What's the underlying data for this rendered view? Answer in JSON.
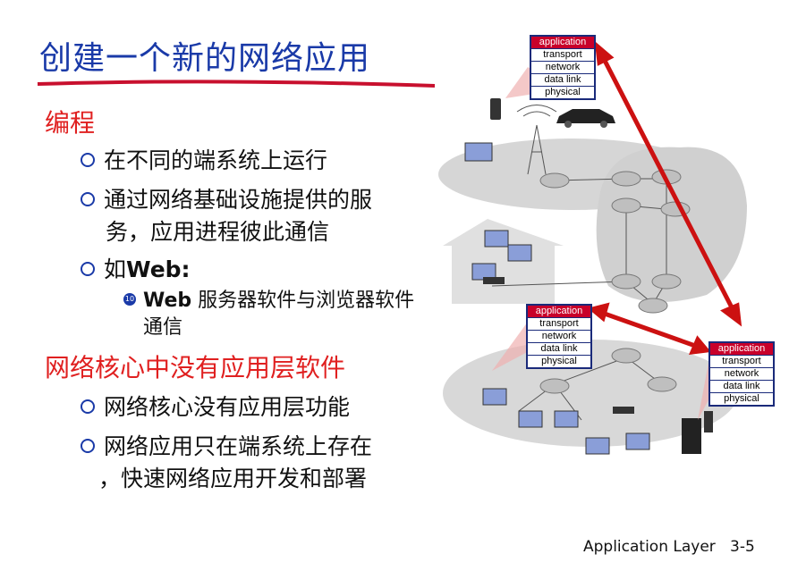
{
  "title": "创建一个新的网络应用",
  "sections": [
    {
      "heading": "编程",
      "bullets": [
        {
          "lines": [
            "在不同的端系统上运行"
          ]
        },
        {
          "lines": [
            "通过网络基础设施提供的服",
            "务，应用进程彼此通信"
          ]
        },
        {
          "prefix": "如",
          "bold": "Web:"
        }
      ],
      "sub": {
        "bold": "Web",
        "lines": [
          " 服务器软件与浏览器软件",
          "通信"
        ]
      }
    },
    {
      "heading": "网络核心中没有应用层软件",
      "bullets": [
        {
          "lines": [
            "网络核心没有应用层功能"
          ]
        },
        {
          "lines": [
            "网络应用只在端系统上存在",
            "，快速网络应用开发和部署"
          ]
        }
      ]
    }
  ],
  "layers": [
    "application",
    "transport",
    "network",
    "data link",
    "physical"
  ],
  "footer": {
    "label": "Application Layer",
    "page": "3-5"
  },
  "colors": {
    "title": "#1a3aa8",
    "heading": "#e02020",
    "arrow": "#cc1111",
    "app_layer": "#c8002a"
  }
}
